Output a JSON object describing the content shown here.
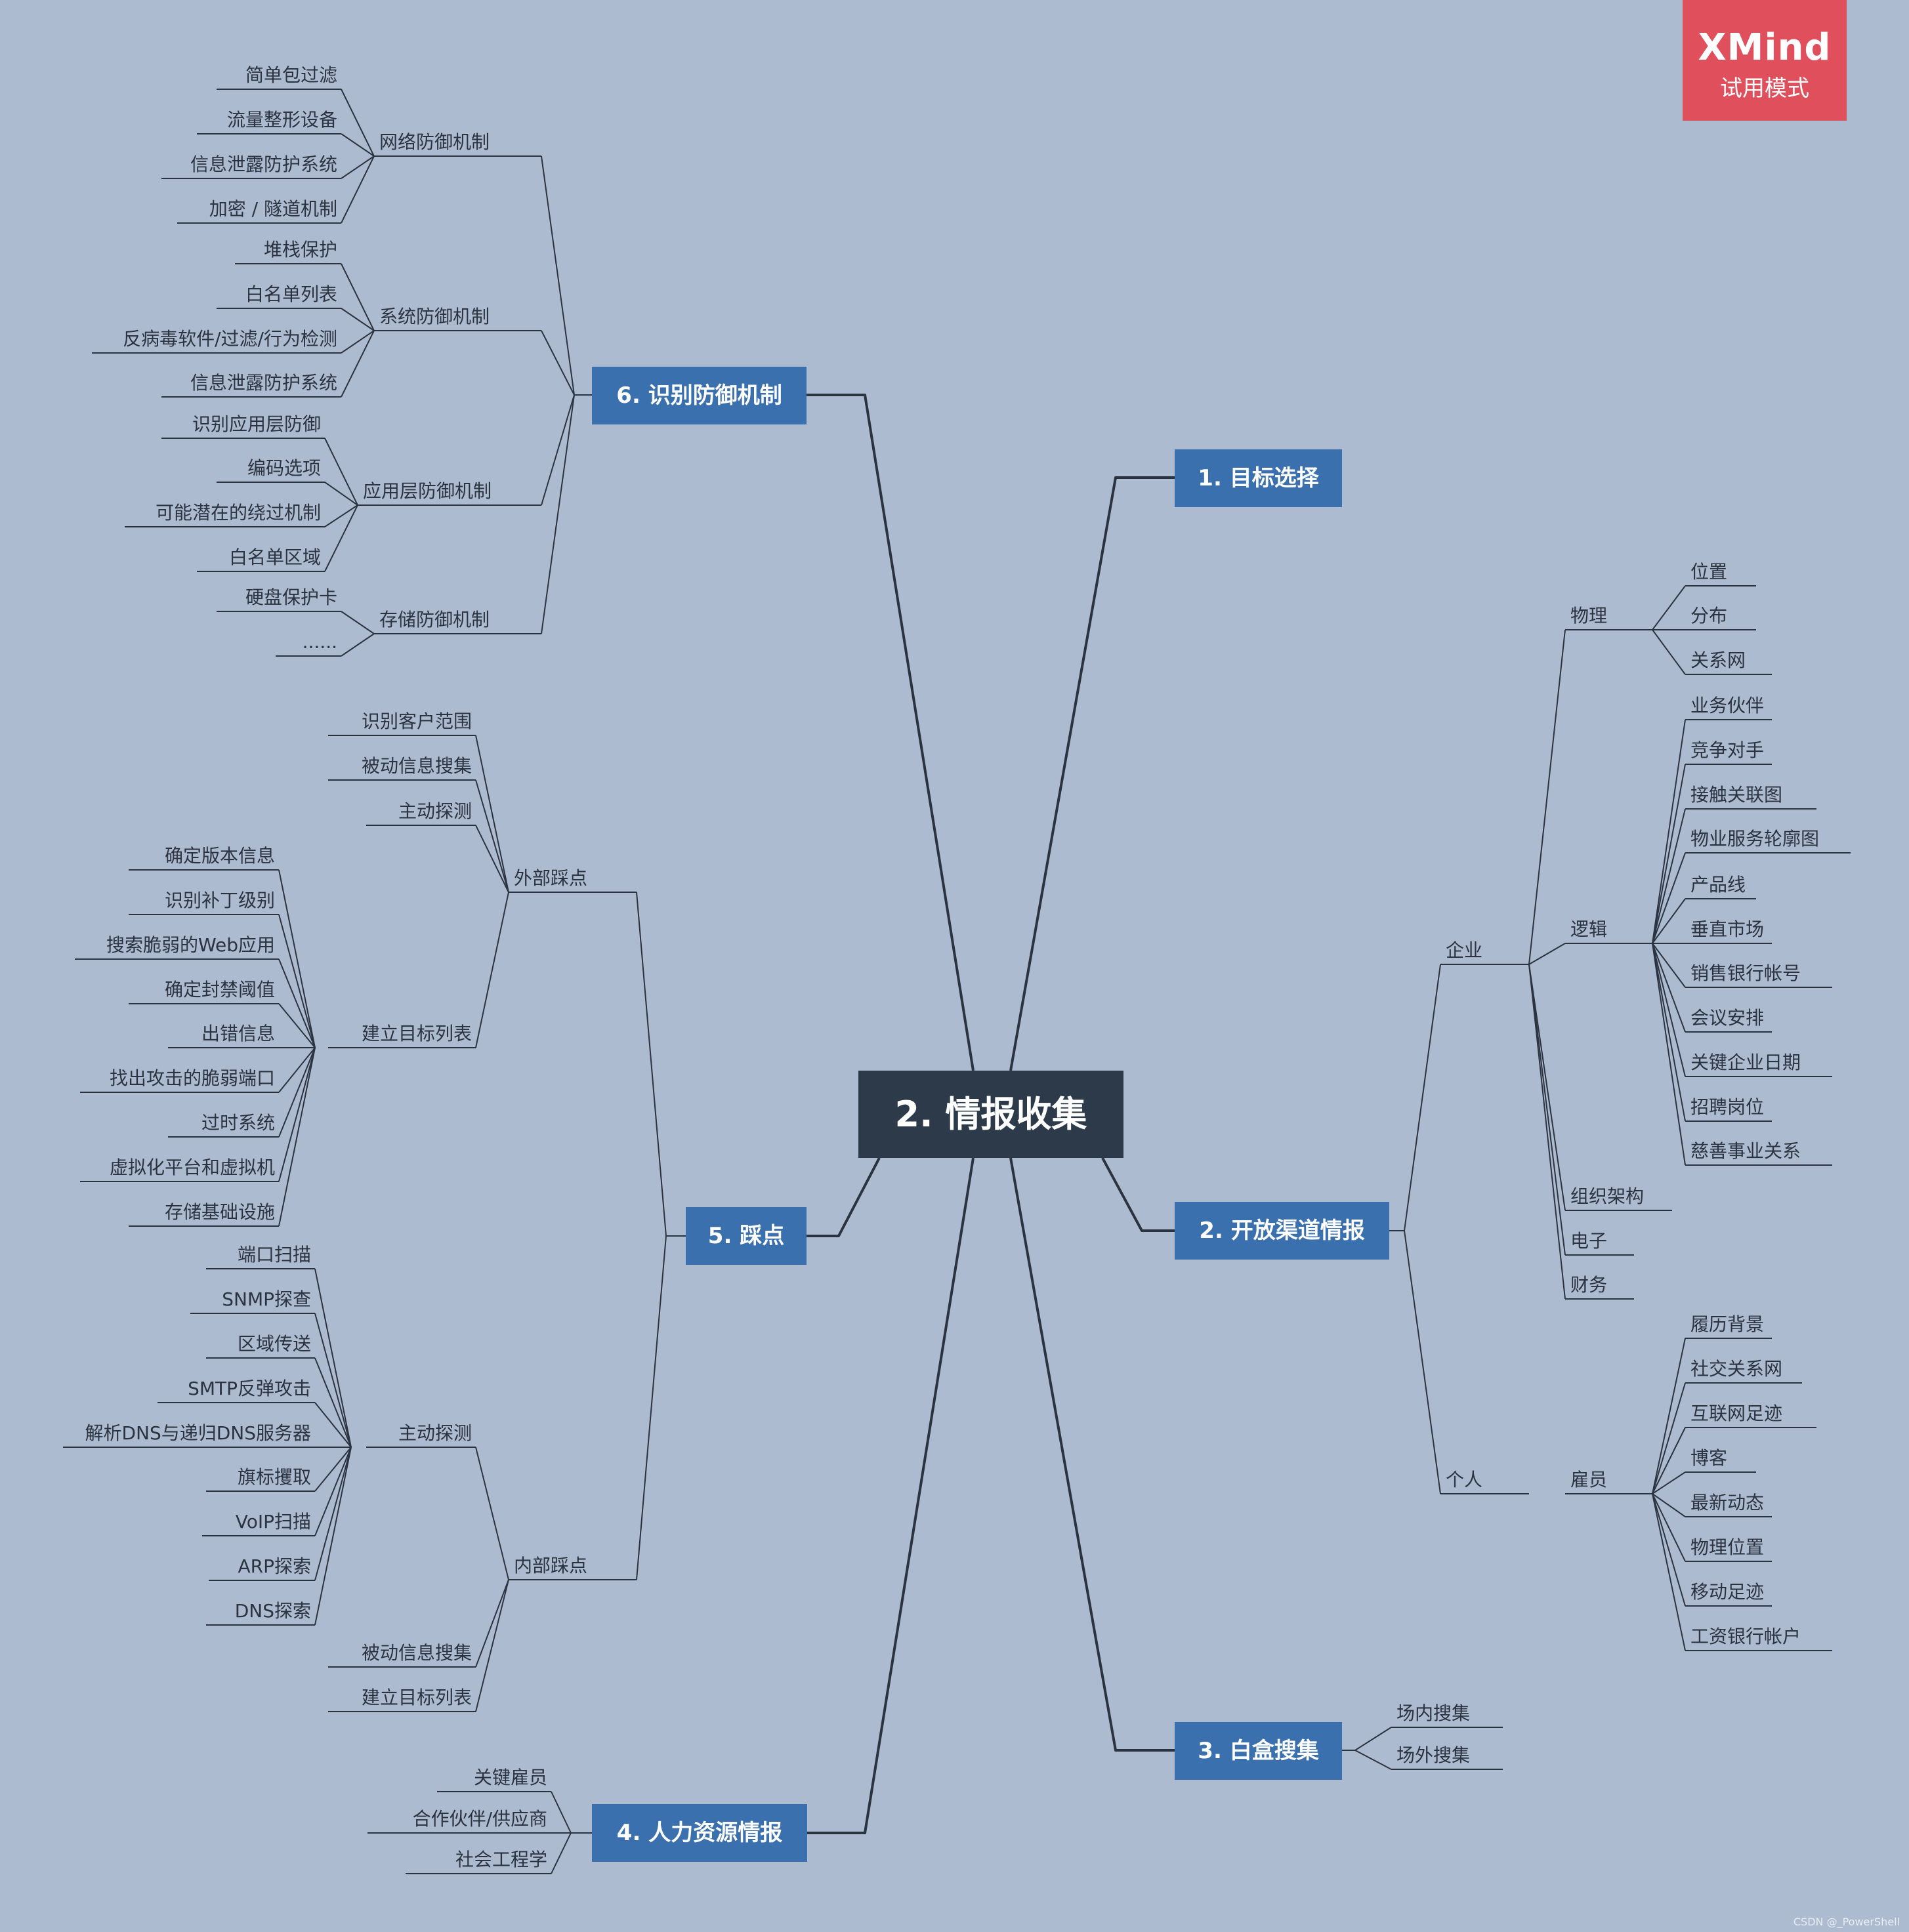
{
  "central": "2. 情报收集",
  "watermark": {
    "brand": "XMind",
    "mode": "试用模式"
  },
  "credit": "CSDN @_PowerShell",
  "colors": {
    "background": "#adbbd0",
    "topic": "#3b70af",
    "central": "#2c3a4a",
    "line": "#2c3340",
    "watermark": "#df4f5c"
  },
  "topics": {
    "t1": "1. 目标选择",
    "t2": "2. 开放渠道情报",
    "t3": "3. 白盒搜集",
    "t4": "4. 人力资源情报",
    "t5": "5. 踩点",
    "t6": "6. 识别防御机制"
  },
  "labels": {
    "wuli": "物理",
    "weizhi": "位置",
    "fenbu": "分布",
    "guanxiwang": "关系网",
    "qiye": "企业",
    "luoji": "逻辑",
    "l1": "业务伙伴",
    "l2": "竞争对手",
    "l3": "接触关联图",
    "l4": "物业服务轮廓图",
    "l5": "产品线",
    "l6": "垂直市场",
    "l7": "销售银行帐号",
    "l8": "会议安排",
    "l9": "关键企业日期",
    "l10": "招聘岗位",
    "l11": "慈善事业关系",
    "zuzhi": "组织架构",
    "dianzi": "电子",
    "caiwu": "财务",
    "geren": "个人",
    "guyuan": "雇员",
    "e1": "履历背景",
    "e2": "社交关系网",
    "e3": "互联网足迹",
    "e4": "博客",
    "e5": "最新动态",
    "e6": "物理位置",
    "e7": "移动足迹",
    "e8": "工资银行帐户",
    "cn": "场内搜集",
    "cw": "场外搜集",
    "h1": "关键雇员",
    "h2": "合作伙伴/供应商",
    "h3": "社会工程学",
    "wbcd": "外部踩点",
    "nbcd": "内部踩点",
    "sbkh": "识别客户范围",
    "bdxx1": "被动信息搜集",
    "zdtc1": "主动探测",
    "jlmb1": "建立目标列表",
    "m1": "确定版本信息",
    "m2": "识别补丁级别",
    "m3": "搜索脆弱的Web应用",
    "m4": "确定封禁阈值",
    "m5": "出错信息",
    "m6": "找出攻击的脆弱端口",
    "m7": "过时系统",
    "m8": "虚拟化平台和虚拟机",
    "m9": "存储基础设施",
    "zdtc2": "主动探测",
    "p1": "端口扫描",
    "p2": "SNMP探查",
    "p3": "区域传送",
    "p4": "SMTP反弹攻击",
    "p5": "解析DNS与递归DNS服务器",
    "p6": "旗标攫取",
    "p7": "VoIP扫描",
    "p8": "ARP探索",
    "p9": "DNS探索",
    "bdxx2": "被动信息搜集",
    "jlmb2": "建立目标列表",
    "wl": "网络防御机制",
    "wl1": "简单包过滤",
    "wl2": "流量整形设备",
    "wl3": "信息泄露防护系统",
    "wl4": "加密 / 隧道机制",
    "xt": "系统防御机制",
    "xt1": "堆栈保护",
    "xt2": "白名单列表",
    "xt3": "反病毒软件/过滤/行为检测",
    "xt4": "信息泄露防护系统",
    "yy": "应用层防御机制",
    "yy1": "识别应用层防御",
    "yy2": "编码选项",
    "yy3": "可能潜在的绕过机制",
    "yy4": "白名单区域",
    "cc": "存储防御机制",
    "cc1": "硬盘保护卡",
    "cc2": "......"
  }
}
